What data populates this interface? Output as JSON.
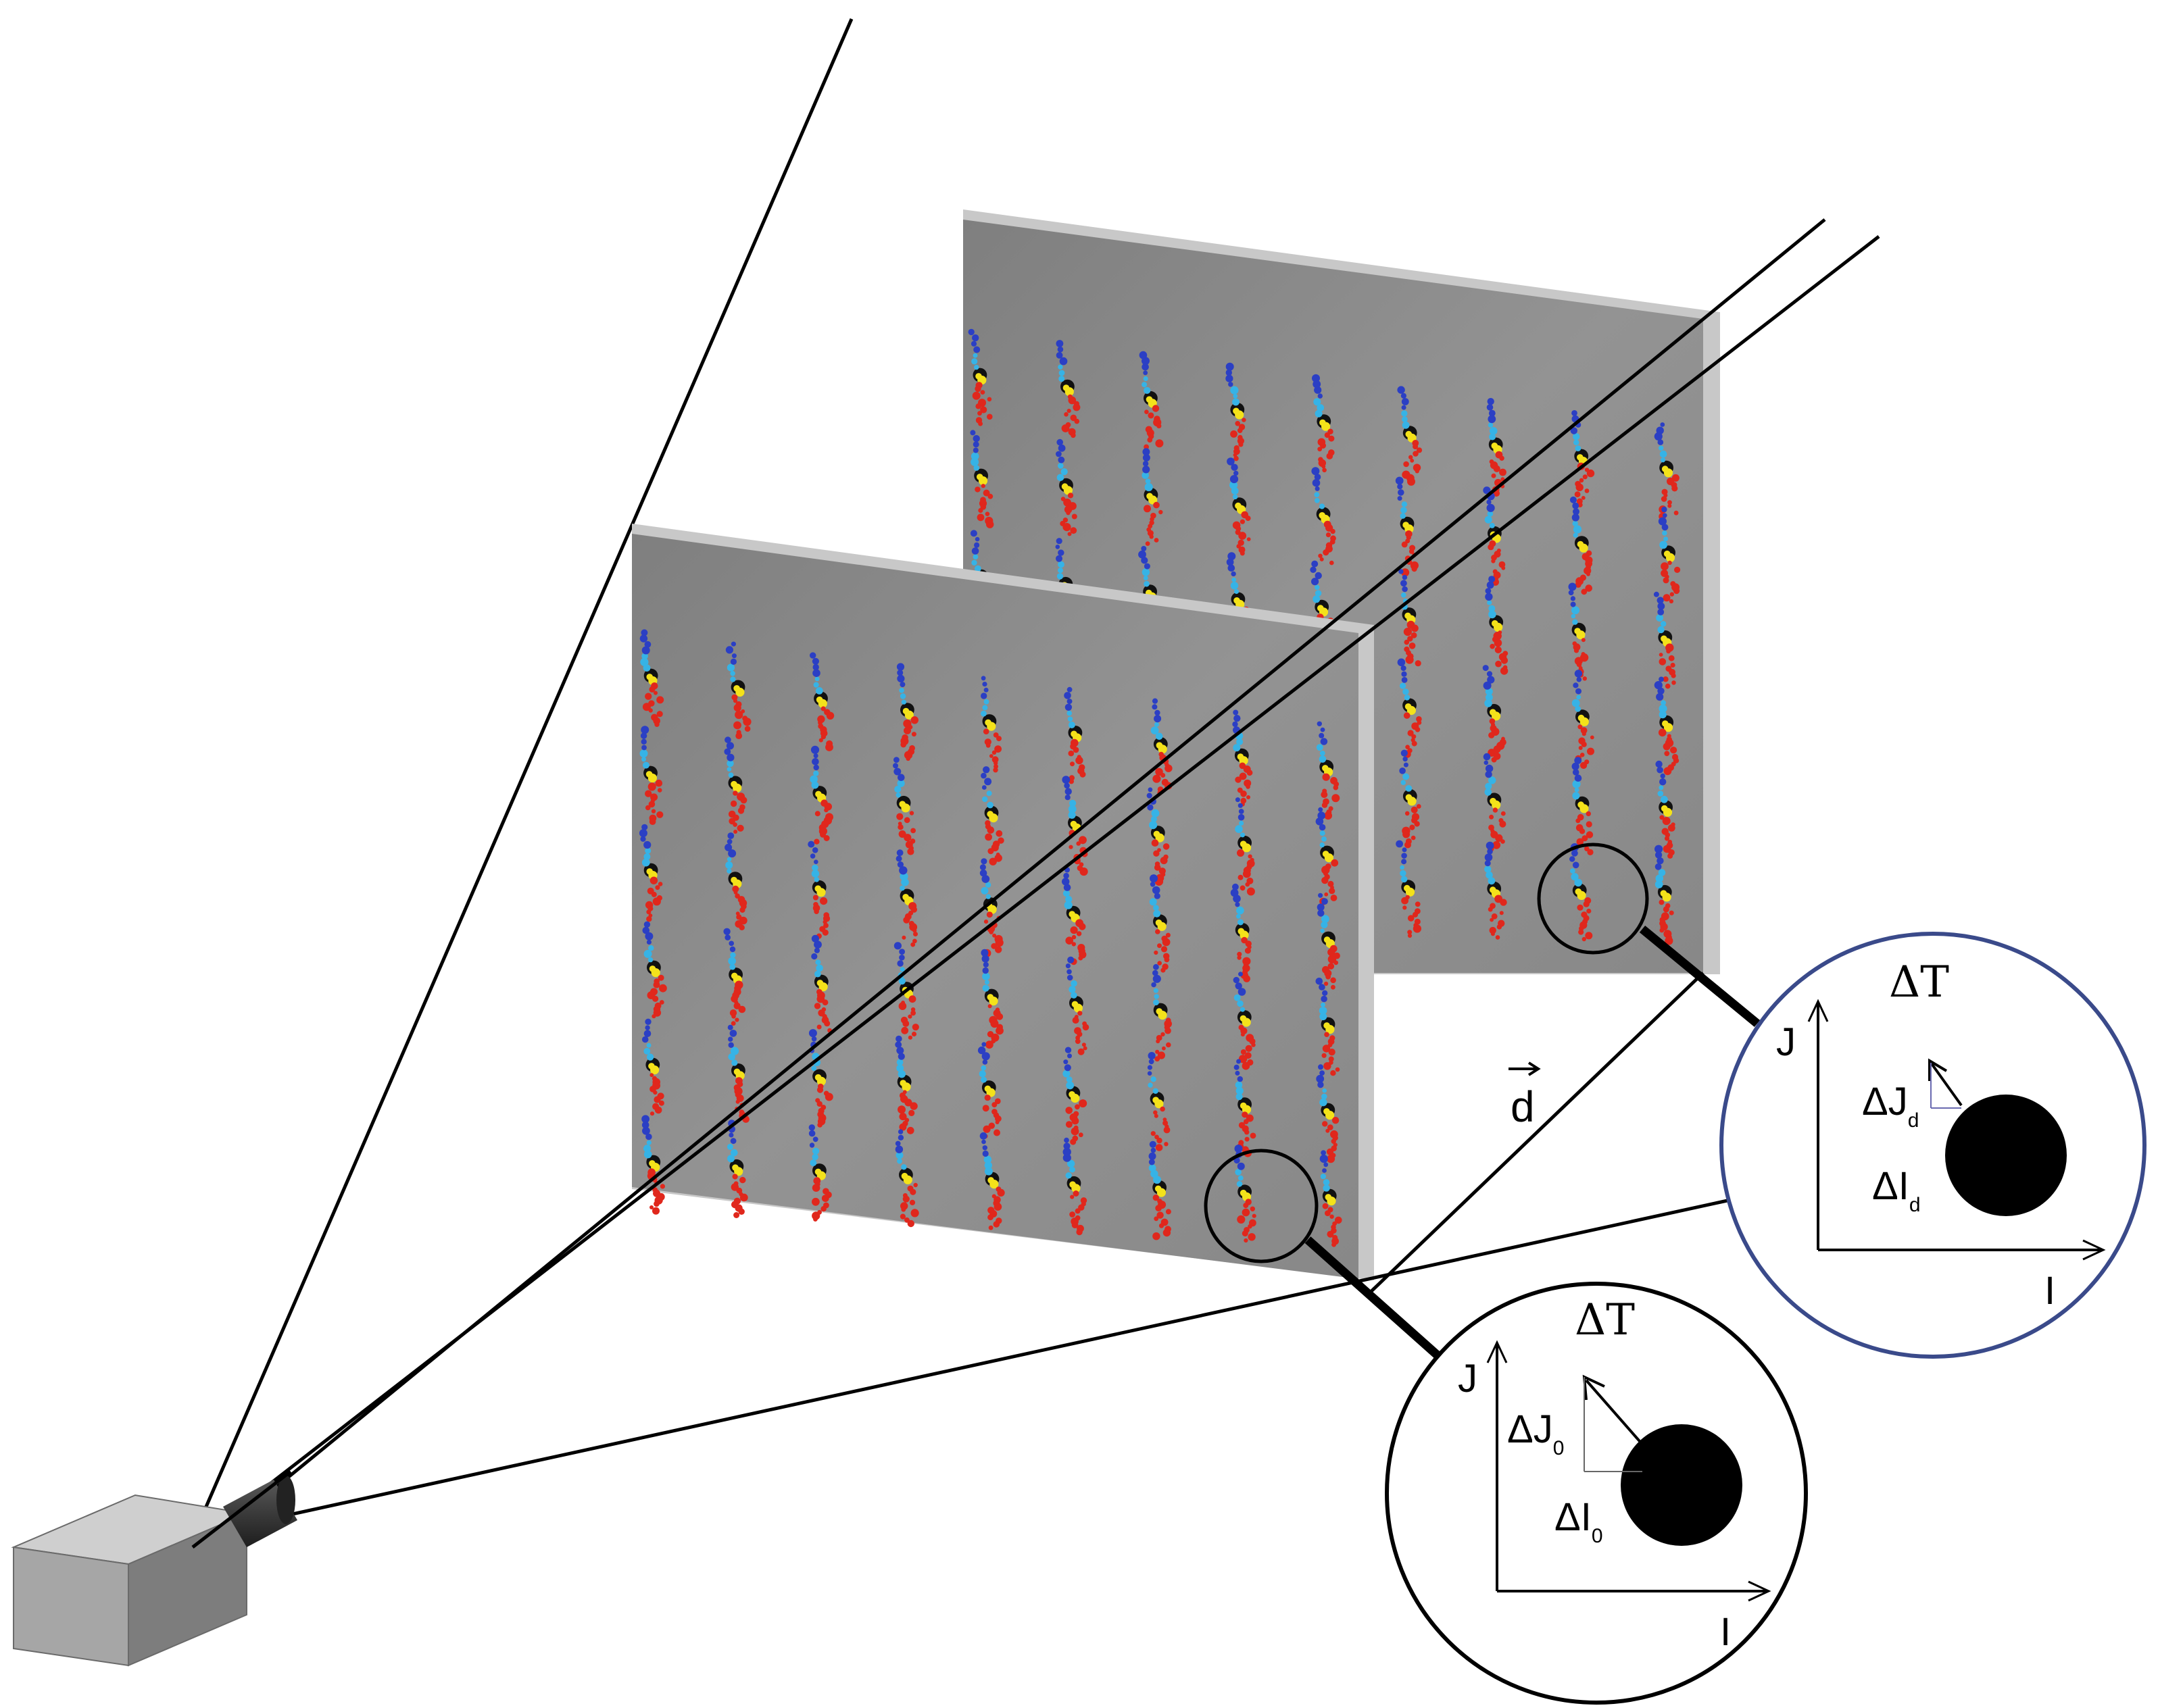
{
  "zoom_near": {
    "delta_t": "ΔT",
    "axis_j": "J",
    "axis_i": "I",
    "dj_main": "ΔJ",
    "dj_sub": "0",
    "di_main": "ΔI",
    "di_sub": "0"
  },
  "zoom_far": {
    "delta_t": "ΔT",
    "axis_j": "J",
    "axis_i": "I",
    "dj_main": "ΔJ",
    "dj_sub": "d",
    "di_main": "ΔI",
    "di_sub": "d"
  },
  "displacement_label": "d",
  "colors": {
    "panel_gray": "#8e8e8e",
    "panel_edge": "#c4c4c4",
    "camera_body": "#a8a8a8",
    "dot_blue": "#2b3fc4",
    "dot_cyan": "#36b3e6",
    "dot_yellow": "#f4e21a",
    "dot_red": "#e0271c",
    "zoom_far_border": "#3a4a8a"
  }
}
